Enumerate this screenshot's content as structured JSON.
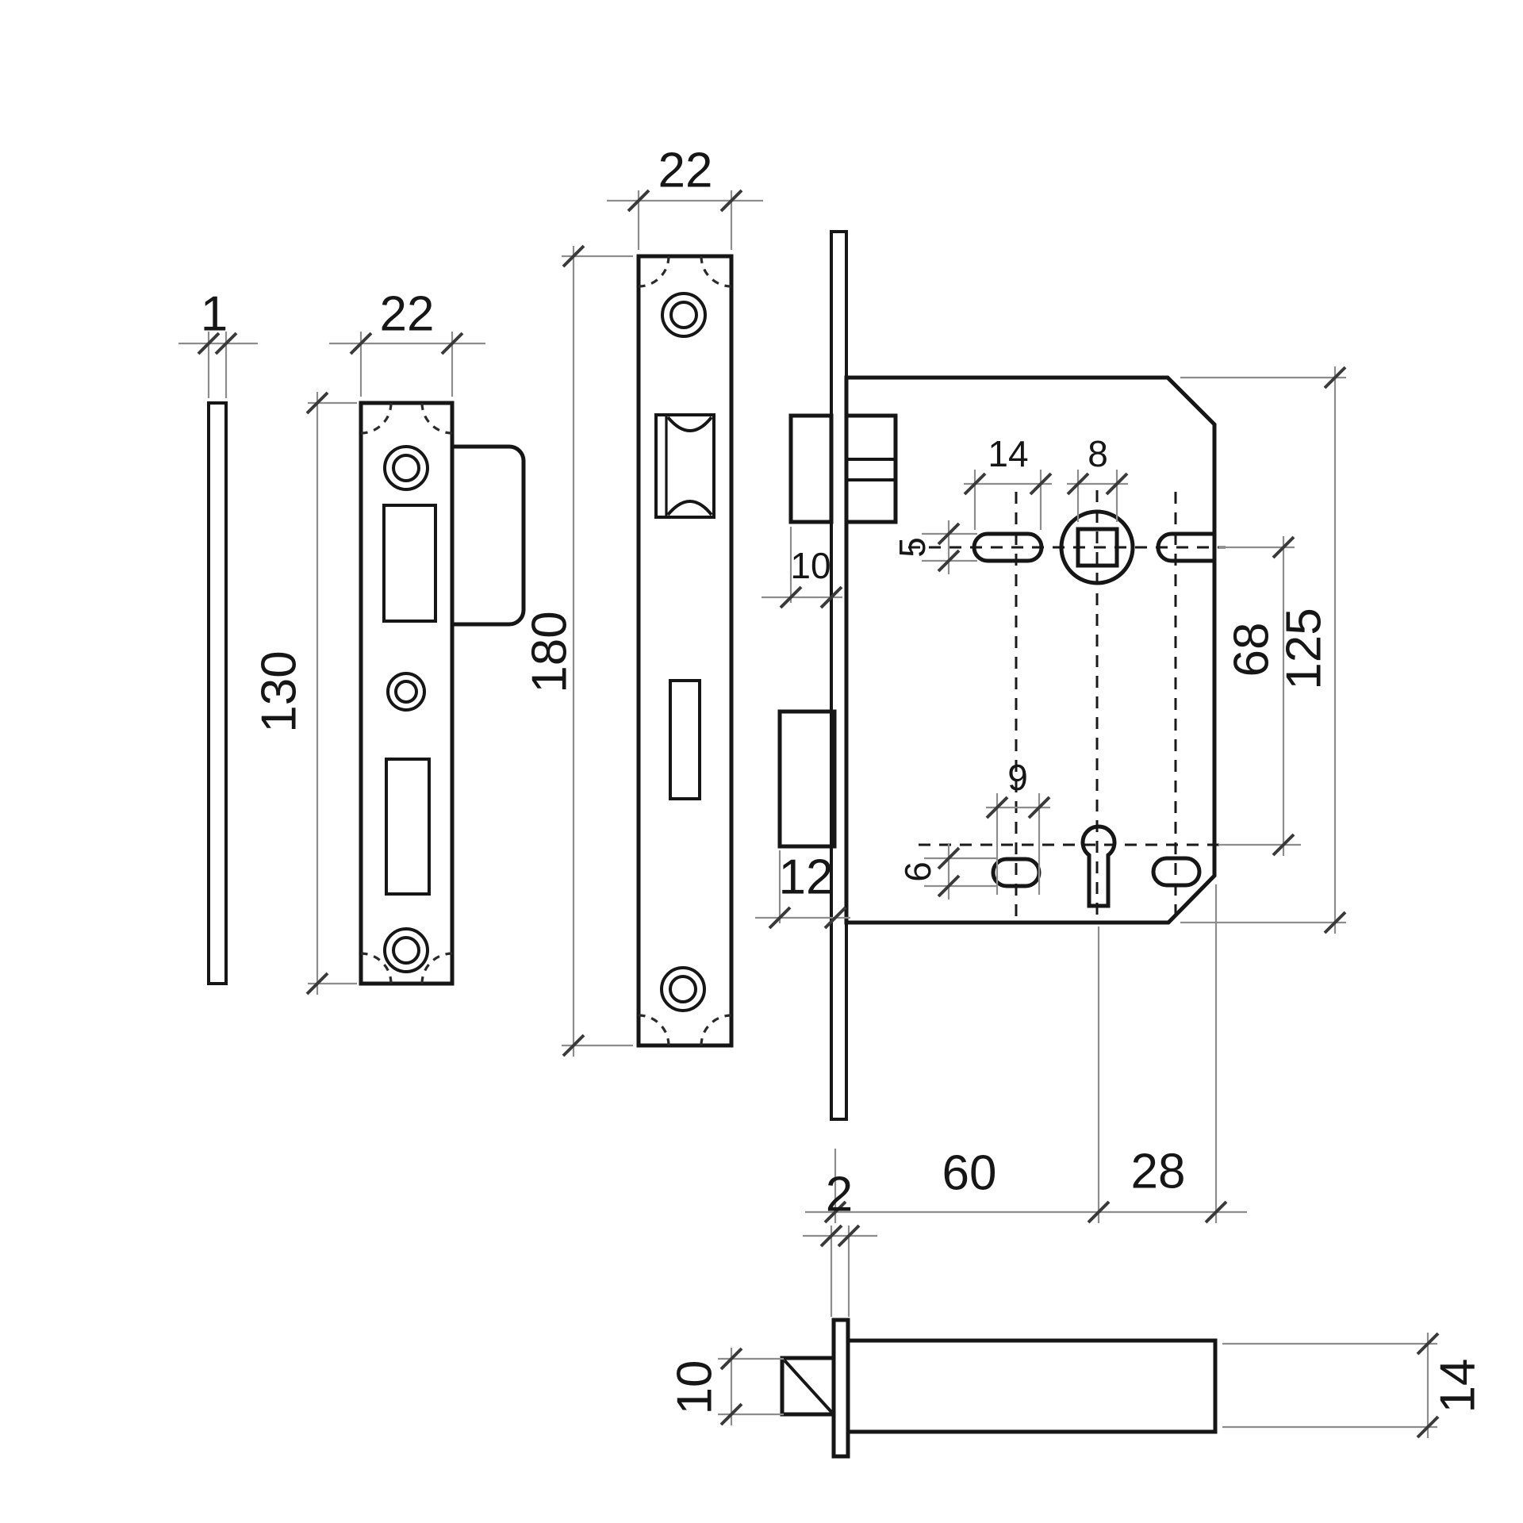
{
  "drawing": {
    "type": "technical-drawing",
    "subject": "mortise sashlock / bathroom lock dimensional drawing",
    "units": "mm",
    "colors": {
      "background": "#ffffff",
      "outline": "#161616",
      "dimension_lines": "#8d8d8d",
      "text": "#161616"
    },
    "views": [
      "end-plate-side-view",
      "strike-plate-front-view",
      "faceplate-front-view",
      "lock-case-view",
      "latch-bolt-side-view"
    ],
    "dims": {
      "end_plate_thickness": "1",
      "strike_plate_width": "22",
      "strike_plate_height": "130",
      "faceplate_width": "22",
      "faceplate_height": "180",
      "latch_protrusion": "10",
      "deadbolt_protrusion": "12",
      "handle_slot_length": "14",
      "handle_slot_height": "5",
      "spindle_square": "8",
      "lower_slot_length": "9",
      "lower_slot_height": "6",
      "spindle_to_key_centres": "68",
      "case_height": "125",
      "backset": "60",
      "key_to_edge": "28",
      "flange_thickness": "2",
      "latch_head_height": "10",
      "shaft_height": "14"
    }
  }
}
